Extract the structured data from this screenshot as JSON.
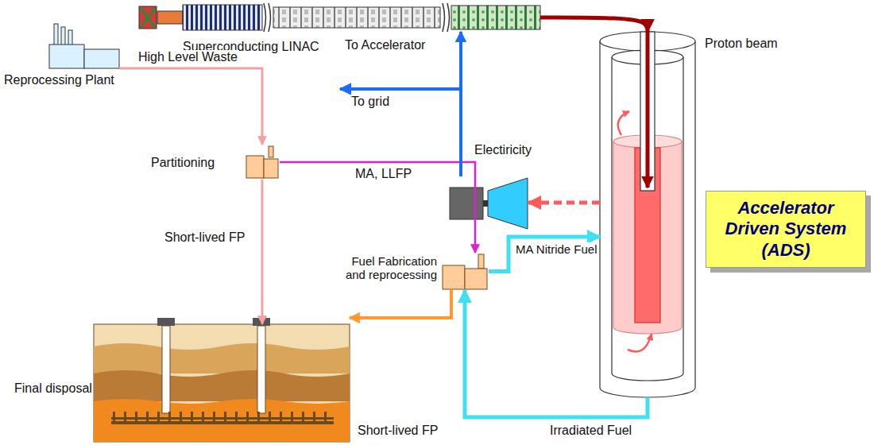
{
  "diagram": {
    "nodes": [
      {
        "text": [
          "Superconducting LINAC"
        ]
      },
      {
        "text": [
          "Reprocessing Plant"
        ]
      },
      {
        "text": [
          "Partitioning"
        ]
      },
      {
        "text": [
          "Fuel Fabrication and reprocessing"
        ]
      },
      {
        "text": [
          "Final disposal"
        ]
      },
      {
        "text": [
          "Electiricity"
        ]
      },
      {
        "text": [
          "Accelerator Driven System (ADS)"
        ]
      }
    ],
    "edges": [
      {
        "from": 1,
        "to": 2,
        "arrow": "to",
        "label": "High Level Waste"
      },
      {
        "from": 2,
        "to": 3,
        "arrow": "to",
        "label": "MA, LLFP"
      },
      {
        "from": 2,
        "to": 4,
        "arrow": "to",
        "label": "Short-lived FP"
      },
      {
        "from": 3,
        "to": 6,
        "arrow": "to",
        "label": "MA Nitride Fuel"
      },
      {
        "from": 6,
        "to": 3,
        "arrow": "to",
        "label": "Irradiated Fuel"
      },
      {
        "from": 3,
        "to": 4,
        "arrow": "to",
        "label": "Short-lived FP"
      },
      {
        "from": 6,
        "to": 5,
        "arrow": "to"
      },
      {
        "from": 5,
        "to": 0,
        "arrow": "to",
        "label": "To Accelerator"
      },
      {
        "from": 0,
        "to": 6,
        "arrow": "to",
        "label": "Proton beam"
      }
    ],
    "labels": [
      "To grid"
    ]
  }
}
